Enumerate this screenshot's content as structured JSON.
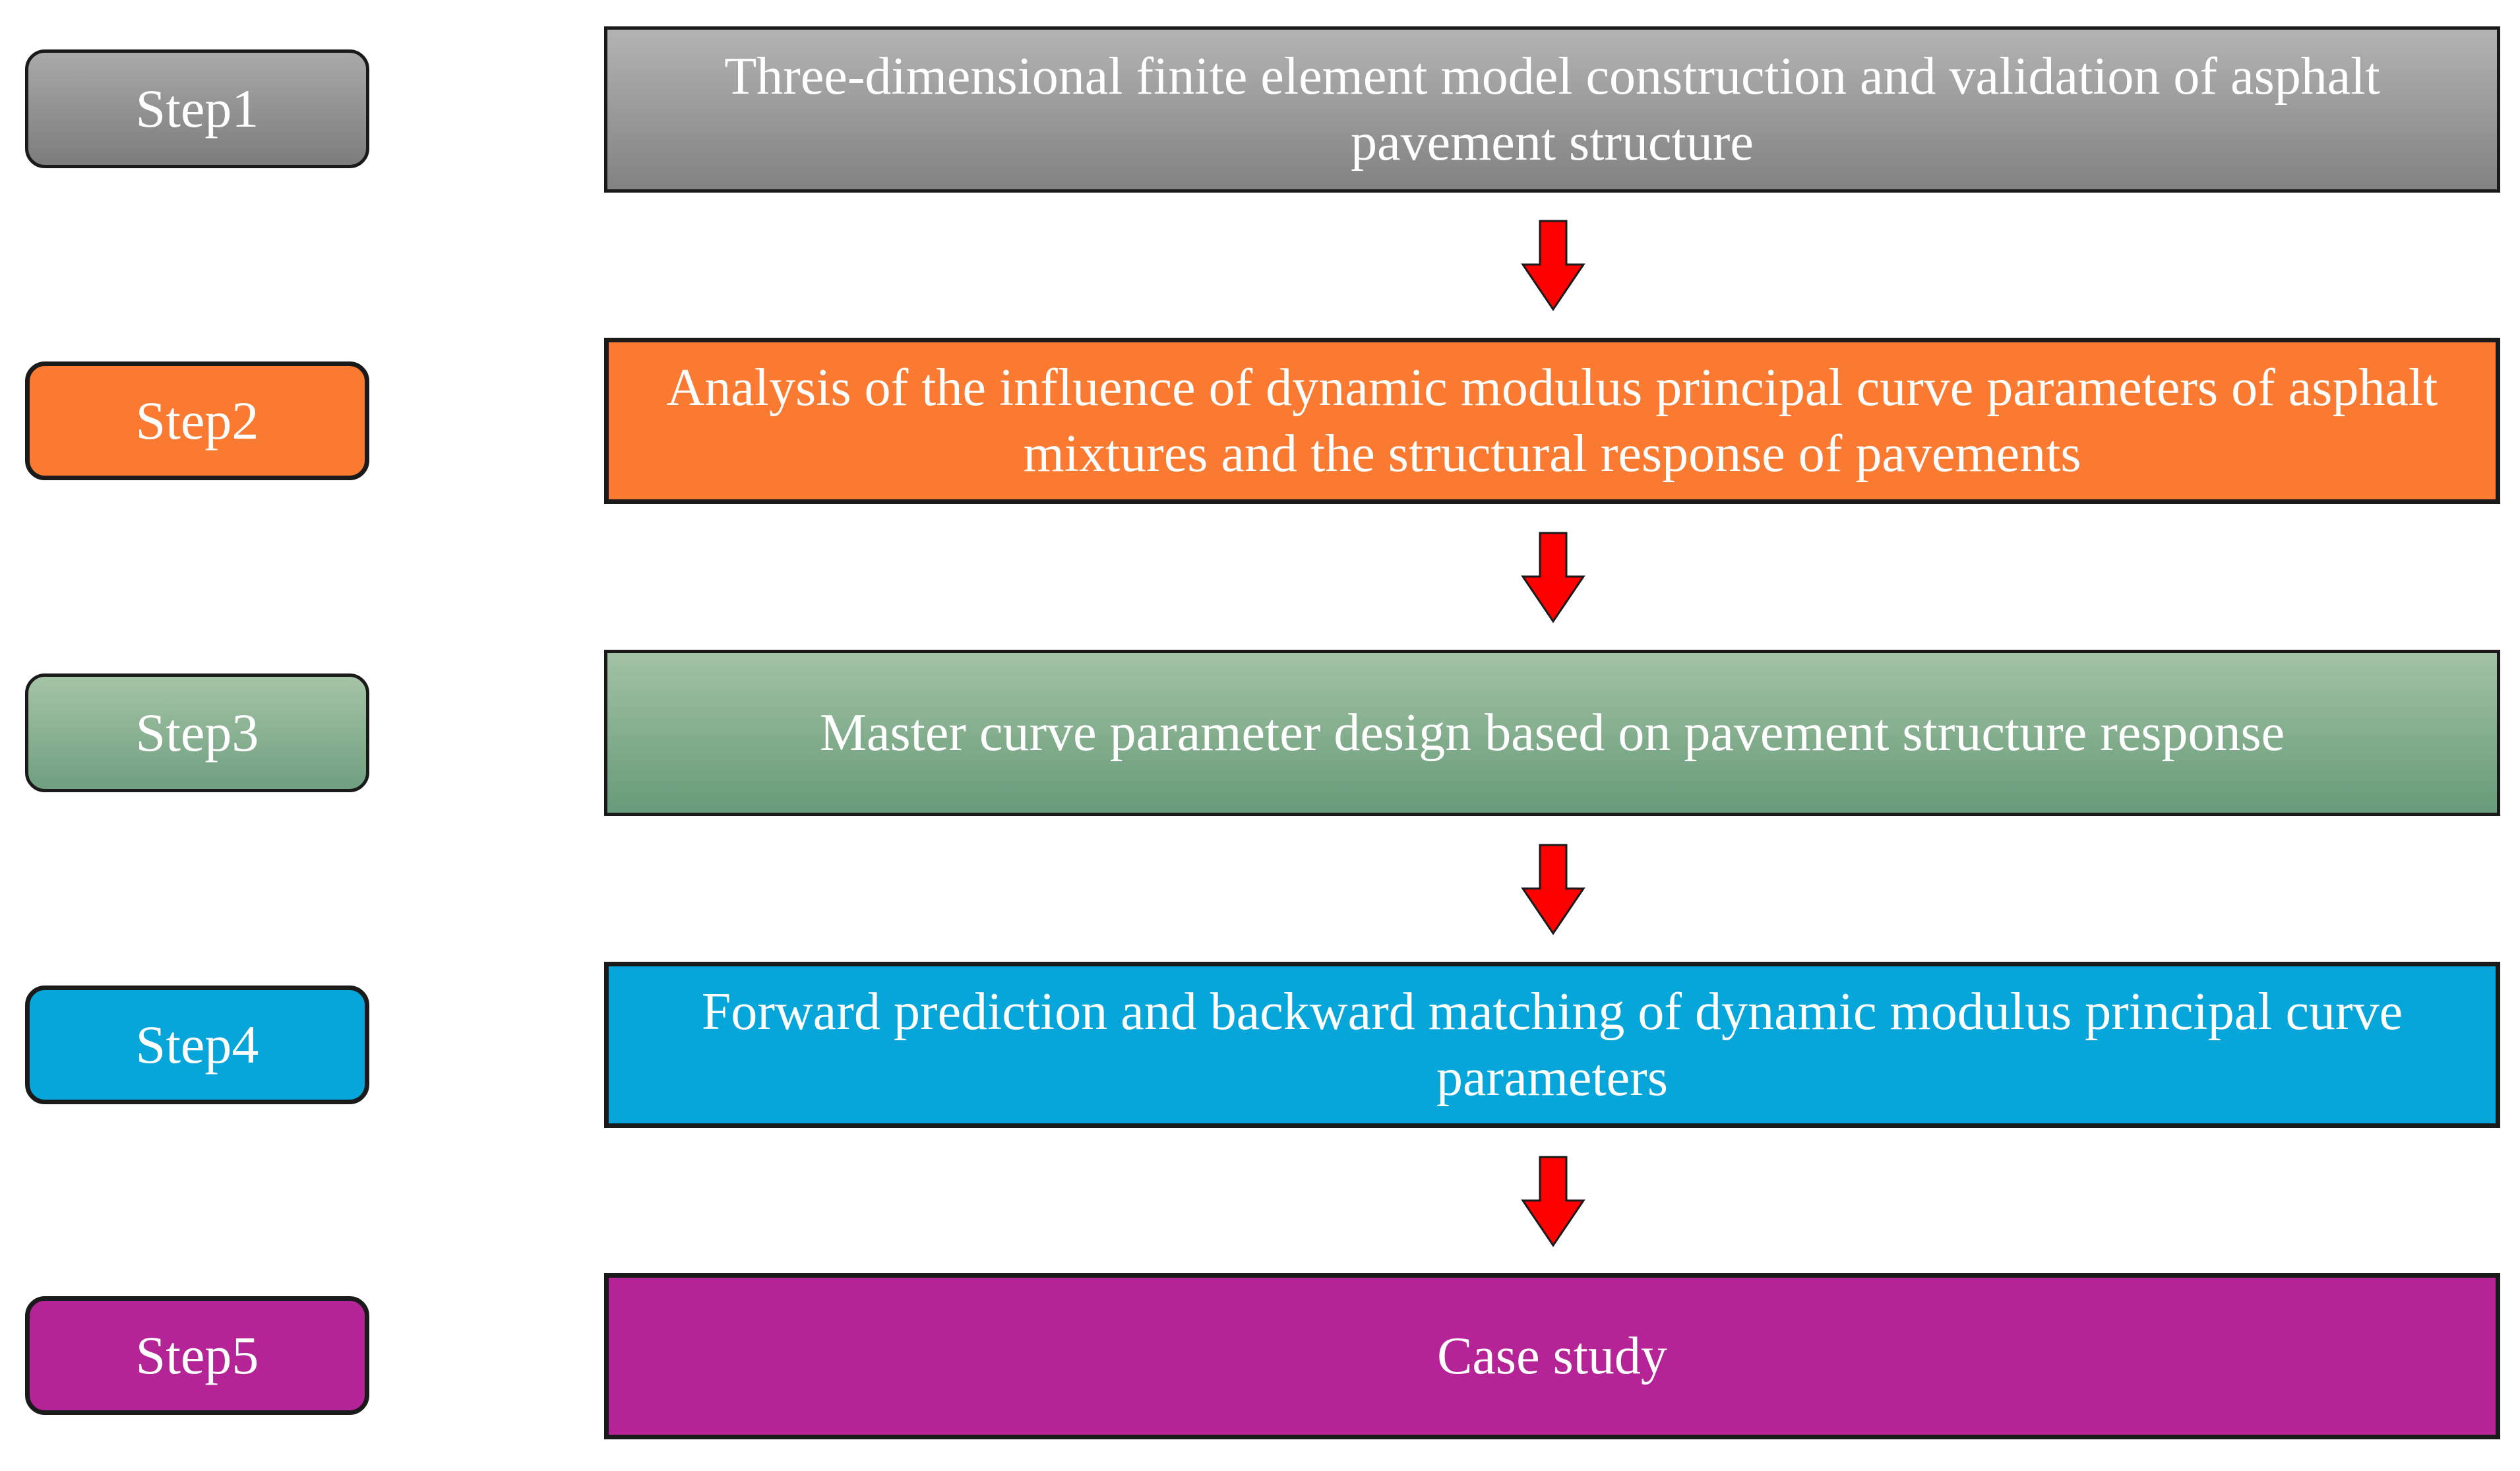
{
  "steps": [
    {
      "label": "Step1",
      "text": "Three-dimensional finite element model construction and validation of asphalt pavement structure",
      "color": "#8f8f8f"
    },
    {
      "label": "Step2",
      "text": "Analysis of the influence of dynamic modulus principal curve parameters of asphalt mixtures and the structural response of pavements",
      "color": "#fa7a32"
    },
    {
      "label": "Step3",
      "text": "Master curve parameter design based on pavement structure response",
      "color": "#7fab8c"
    },
    {
      "label": "Step4",
      "text": "Forward prediction and backward matching of dynamic modulus principal curve parameters",
      "color": "#06a6db"
    },
    {
      "label": "Step5",
      "text": "Case study",
      "color": "#b52496"
    }
  ],
  "arrow_color": "#ff0000"
}
